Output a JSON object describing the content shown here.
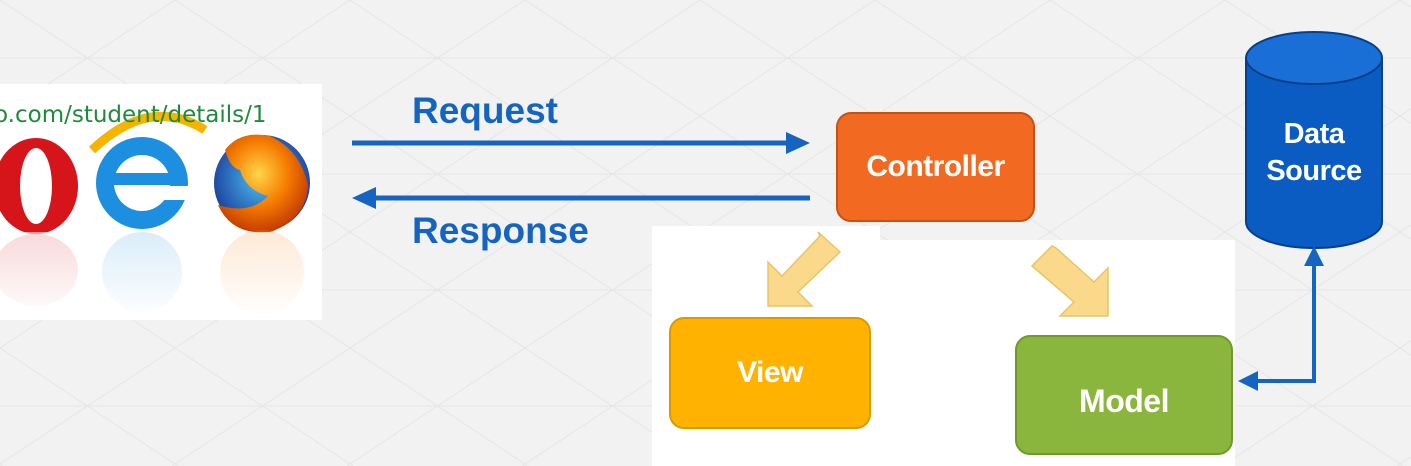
{
  "browser": {
    "url": "o.com/student/details/1",
    "browser_icons": [
      "opera-logo-icon",
      "internet-explorer-logo-icon",
      "firefox-logo-icon"
    ]
  },
  "flow": {
    "request_label": "Request",
    "response_label": "Response"
  },
  "components": {
    "controller": "Controller",
    "view": "View",
    "model": "Model",
    "data_source_line1": "Data",
    "data_source_line2": "Source"
  },
  "colors": {
    "arrow_blue": "#1565c0",
    "controller": "#f26a22",
    "view": "#ffb300",
    "model": "#8bb63e",
    "data_source": "#0b5cc2",
    "hollow_arrow": "#fbd98a"
  }
}
